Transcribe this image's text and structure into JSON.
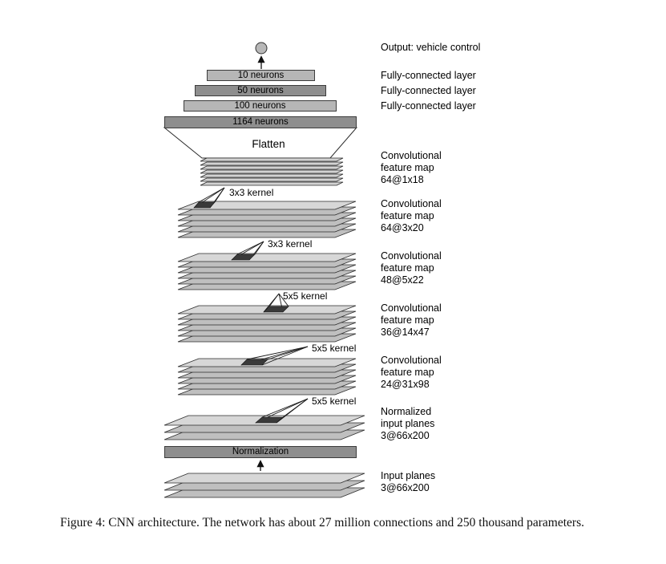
{
  "colors": {
    "background": "#ffffff",
    "bar_light": "#b6b6b6",
    "bar_dark": "#8e8e8e",
    "sheet": "#bfbfbf",
    "sheet_top": "#d7d7d7",
    "kernel_patch": "#3a3a3a"
  },
  "output": {
    "label": "Output: vehicle control"
  },
  "fc": {
    "bars": [
      "10 neurons",
      "50 neurons",
      "100 neurons",
      "1164 neurons"
    ],
    "right_labels": [
      "Fully-connected layer",
      "Fully-connected layer",
      "Fully-connected layer"
    ]
  },
  "flatten": {
    "label": "Flatten"
  },
  "conv": {
    "kernels": [
      "3x3 kernel",
      "3x3 kernel",
      "5x5 kernel",
      "5x5 kernel",
      "5x5 kernel"
    ],
    "stacks": [
      {
        "label": "Convolutional\nfeature map\n64@1x18"
      },
      {
        "label": "Convolutional\nfeature map\n64@3x20"
      },
      {
        "label": "Convolutional\nfeature map\n48@5x22"
      },
      {
        "label": "Convolutional\nfeature map\n36@14x47"
      },
      {
        "label": "Convolutional\nfeature map\n24@31x98"
      }
    ]
  },
  "normalized": {
    "label": "Normalized\ninput planes\n3@66x200"
  },
  "normalization": {
    "label": "Normalization"
  },
  "input": {
    "label": "Input planes\n3@66x200"
  },
  "caption": "Figure 4: CNN architecture. The network has about 27 million connections and 250 thousand parameters."
}
